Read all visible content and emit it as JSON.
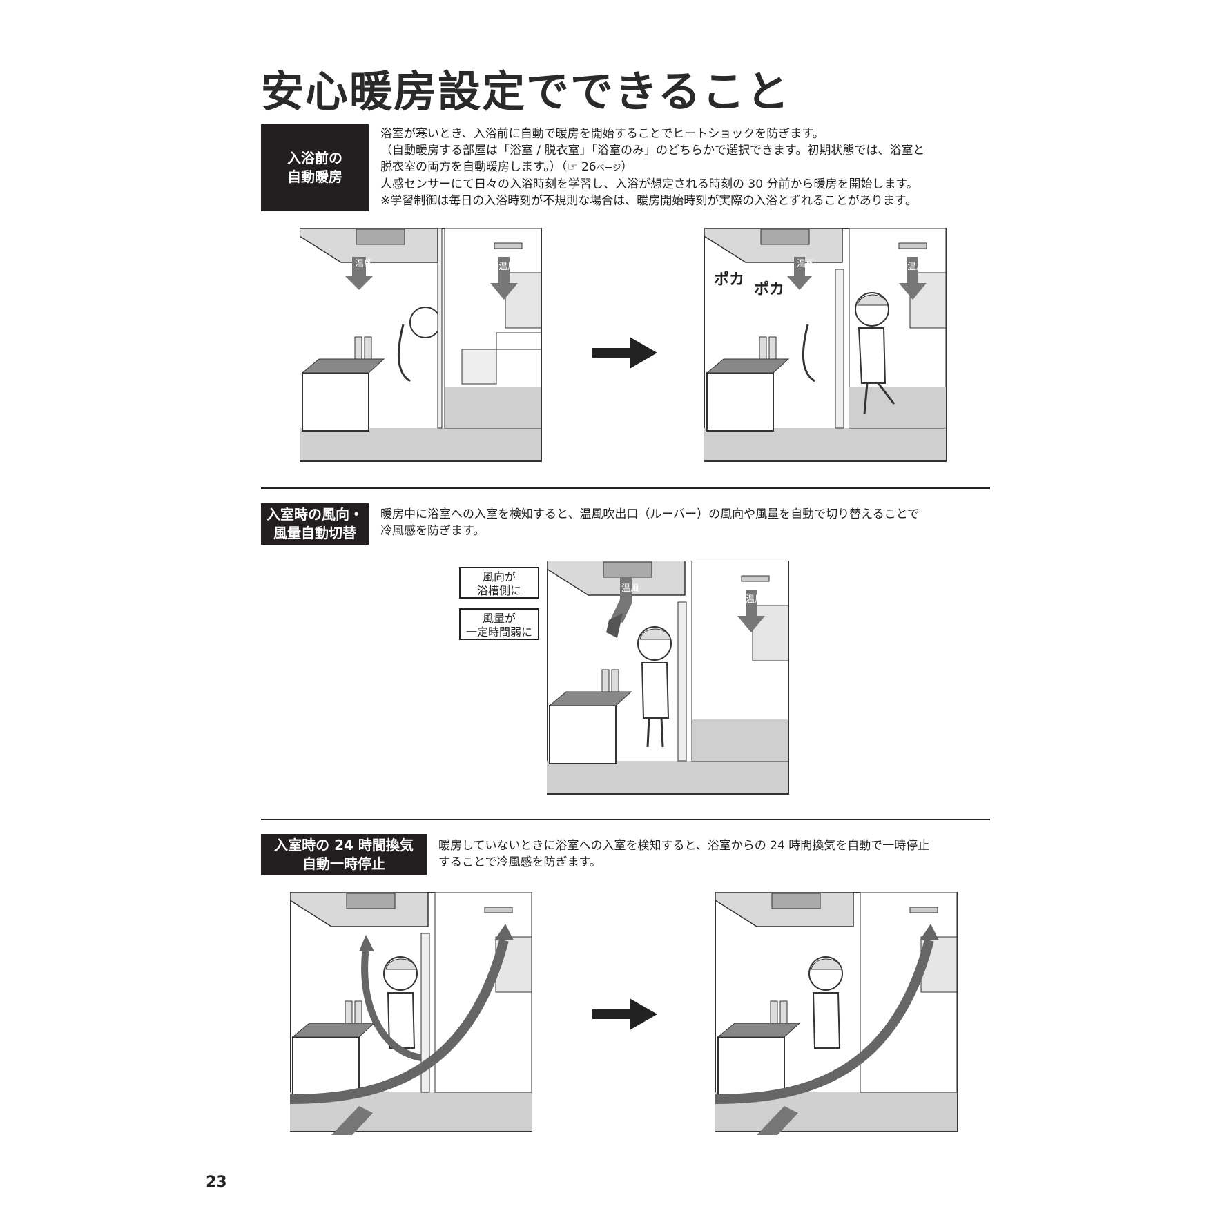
{
  "page": {
    "title": "安心暖房設定でできること",
    "page_number": "23"
  },
  "sections": [
    {
      "label_lines": [
        "入浴前の",
        "自動暖房"
      ],
      "text_lines": [
        "浴室が寒いとき、入浴前に自動で暖房を開始することでヒートショックを防ぎます。",
        "（自動暖房する部屋は「浴室 / 脱衣室」「浴室のみ」のどちらかで選択できます。初期状態では、浴室と",
        "脱衣室の両方を自動暖房します。）（",
        "人感センサーにて日々の入浴時刻を学習し、入浴が想定される時刻の 30 分前から暖房を開始します。",
        "※学習制御は毎日の入浴時刻が不規則な場合は、暖房開始時刻が実際の入浴とずれることがあります。"
      ],
      "ref_page": "26",
      "ref_suffix": "ページ",
      "ref_close": "）"
    },
    {
      "label_lines": [
        "入室時の風向・",
        "風量自動切替"
      ],
      "text_lines": [
        "暖房中に浴室への入室を検知すると、温風吹出口（ルーバー）の風向や風量を自動で切り替えることで",
        "冷風感を防ぎます。"
      ]
    },
    {
      "label_lines": [
        "入室時の 24 時間換気",
        "自動一時停止"
      ],
      "text_lines": [
        "暖房していないときに浴室への入室を検知すると、浴室からの 24 時間換気を自動で一時停止",
        "することで冷風感を防ぎます。"
      ]
    }
  ],
  "illustrations": {
    "warm_air": "温風",
    "poka1": "ポカ",
    "poka2": "ポカ",
    "note1_lines": [
      "風向が",
      "浴槽側に"
    ],
    "note2_lines": [
      "風量が",
      "一定時間弱に"
    ]
  }
}
